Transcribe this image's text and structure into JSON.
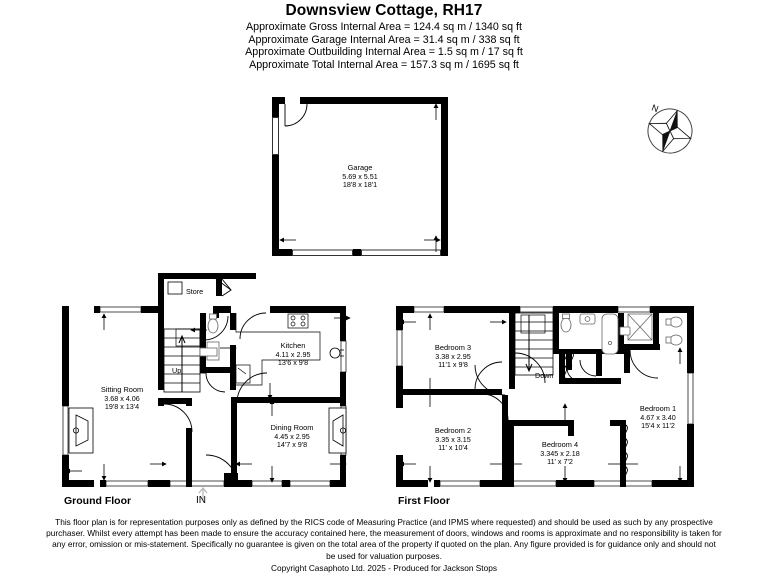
{
  "header": {
    "title": "Downsview Cottage, RH17",
    "area_lines": [
      "Approximate Gross Internal Area = 124.4 sq m / 1340 sq ft",
      "Approximate Garage Internal Area = 31.4 sq m / 338 sq ft",
      "Approximate Outbuilding Internal Area = 1.5 sq m / 17 sq ft",
      "Approximate Total Internal Area = 157.3 sq m / 1695 sq ft"
    ]
  },
  "compass": {
    "north_label": "N"
  },
  "floors": {
    "garage_label": "",
    "ground_label": "Ground Floor",
    "first_label": "First Floor",
    "entrance_label": "IN"
  },
  "rooms": {
    "garage": {
      "name": "Garage",
      "metric": "5.69 x 5.51",
      "imperial": "18'8 x 18'1"
    },
    "sitting": {
      "name": "Sitting Room",
      "metric": "3.68 x 4.06",
      "imperial": "19'8 x 13'4"
    },
    "kitchen": {
      "name": "Kitchen",
      "metric": "4.11 x 2.95",
      "imperial": "13'6 x 9'8"
    },
    "dining": {
      "name": "Dining Room",
      "metric": "4.45 x 2.95",
      "imperial": "14'7 x 9'8"
    },
    "bedroom1": {
      "name": "Bedroom 1",
      "metric": "4.67 x 3.40",
      "imperial": "15'4 x 11'2"
    },
    "bedroom2": {
      "name": "Bedroom 2",
      "metric": "3.35 x 3.15",
      "imperial": "11' x 10'4"
    },
    "bedroom3": {
      "name": "Bedroom 3",
      "metric": "3.38 x 2.95",
      "imperial": "11'1 x 9'8"
    },
    "bedroom4": {
      "name": "Bedroom 4",
      "metric": "3.345 x 2.18",
      "imperial": "11' x 7'2"
    }
  },
  "annotations": {
    "store": "Store",
    "stairs_up": "Up",
    "stairs_down": "Down"
  },
  "footer": {
    "lines": [
      "This floor plan is for representation purposes only as defined by the RICS code of Measuring Practice (and IPMS where requested) and should be used as such by any prospective",
      "purchaser. Whilst every attempt has been made to ensure the accuracy contained here, the measurement of doors, windows and rooms is approximate and no responsibility is taken for",
      "any error, omission or mis-statement. Specifically no guarantee is given on the total area of the property if quoted on the plan. Any figure provided is for guidance only and should not",
      "be used for valuation purposes."
    ],
    "copyright": "Copyright Casaphoto Ltd. 2025 - Produced for Jackson Stops"
  },
  "colors": {
    "wall": "#000000",
    "background": "#ffffff",
    "fixture_stroke": "#555555",
    "arrow": "#000000"
  }
}
